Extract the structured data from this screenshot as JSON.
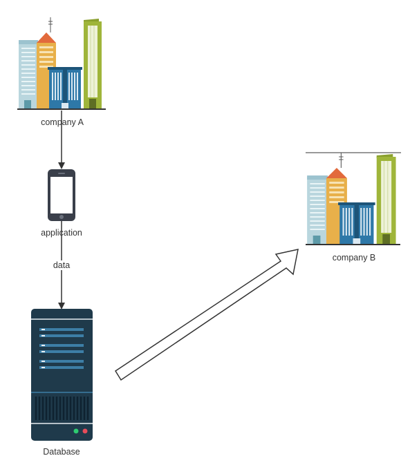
{
  "nodes": {
    "company_a": {
      "label": "company A",
      "icon": "office-buildings-icon"
    },
    "application": {
      "label": "application",
      "icon": "smartphone-icon"
    },
    "database": {
      "label": "Database",
      "icon": "server-rack-icon"
    },
    "company_b": {
      "label": "company B",
      "icon": "office-buildings-icon"
    }
  },
  "edges": {
    "a_to_app": {
      "from": "company A",
      "to": "application",
      "label": ""
    },
    "app_to_db": {
      "from": "application",
      "to": "Database",
      "label": "data"
    },
    "db_to_b": {
      "from": "Database",
      "to": "company B",
      "label": "",
      "style": "hollow-block-arrow"
    }
  },
  "colors": {
    "line": "#333333",
    "server_body": "#1f3a4b",
    "server_slot": "#3d7ea6",
    "phone": "#3a3f4a",
    "building_blue": "#2e78a8",
    "building_orange": "#e8b04a",
    "building_green": "#9fb53a",
    "building_lightblue": "#b9d6de",
    "roof_red": "#e26a3c"
  }
}
